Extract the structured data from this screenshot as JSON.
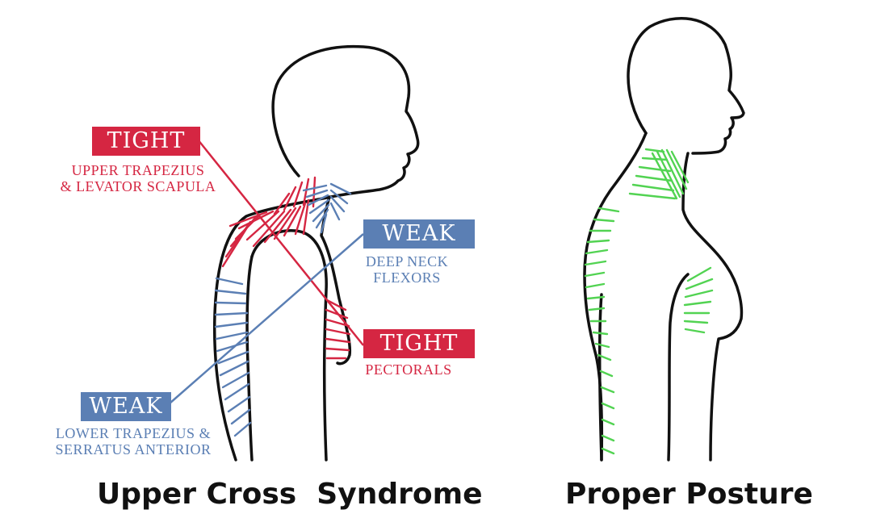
{
  "colors": {
    "tight": "#d52642",
    "weak": "#5b7fb4",
    "proper": "#52d352",
    "outline": "#111111"
  },
  "left_panel": {
    "caption": "Upper Cross  Syndrome",
    "labels": [
      {
        "id": "tight-upper-trap",
        "status": "TIGHT",
        "desc_lines": [
          "UPPER TRAPEZIUS",
          "& LEVATOR SCAPULA"
        ]
      },
      {
        "id": "weak-deep-neck",
        "status": "WEAK",
        "desc_lines": [
          "DEEP NECK",
          "FLEXORS"
        ]
      },
      {
        "id": "tight-pectorals",
        "status": "TIGHT",
        "desc_lines": [
          "PECTORALS"
        ]
      },
      {
        "id": "weak-lower-trap",
        "status": "WEAK",
        "desc_lines": [
          "LOWER TRAPEZIUS &",
          "SERRATUS ANTERIOR"
        ]
      }
    ]
  },
  "right_panel": {
    "caption": "Proper Posture"
  }
}
